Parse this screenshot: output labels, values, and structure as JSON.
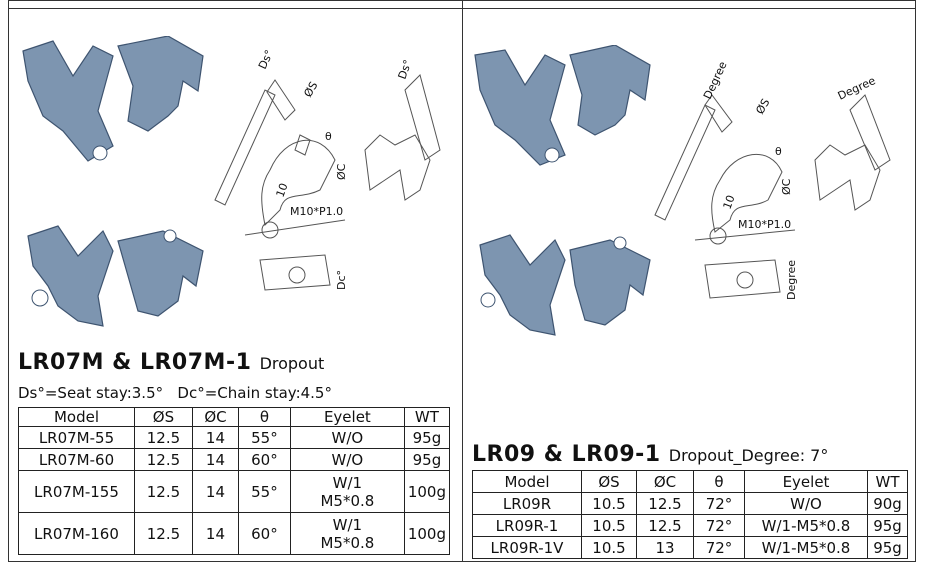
{
  "left": {
    "title": "LR07M & LR07M-1",
    "title_suffix": "Dropout",
    "note": "Ds°=Seat stay:3.5°   Dc°=Chain stay:4.5°",
    "drawing_labels": {
      "ds": "Ds°",
      "os": "ØS",
      "theta": "θ",
      "oc": "ØC",
      "ten": "10",
      "thread": "M10*P1.0",
      "dc": "Dc°"
    },
    "table": {
      "headers": [
        "Model",
        "ØS",
        "ØC",
        "θ",
        "Eyelet",
        "WT"
      ],
      "rows": [
        [
          "LR07M-55",
          "12.5",
          "14",
          "55°",
          "W/O",
          "95g"
        ],
        [
          "LR07M-60",
          "12.5",
          "14",
          "60°",
          "W/O",
          "95g"
        ],
        [
          "LR07M-155",
          "12.5",
          "14",
          "55°",
          "W/1\nM5*0.8",
          "100g"
        ],
        [
          "LR07M-160",
          "12.5",
          "14",
          "60°",
          "W/1\nM5*0.8",
          "100g"
        ]
      ]
    }
  },
  "right": {
    "title": "LR09 & LR09-1",
    "title_suffix": "Dropout_Degree: 7°",
    "drawing_labels": {
      "degree": "Degree",
      "os": "ØS",
      "theta": "θ",
      "oc": "ØC",
      "ten": "10",
      "thread": "M10*P1.0"
    },
    "table": {
      "headers": [
        "Model",
        "ØS",
        "ØC",
        "θ",
        "Eyelet",
        "WT"
      ],
      "rows": [
        [
          "LR09R",
          "10.5",
          "12.5",
          "72°",
          "W/O",
          "90g"
        ],
        [
          "LR09R-1",
          "10.5",
          "12.5",
          "72°",
          "W/1-M5*0.8",
          "95g"
        ],
        [
          "LR09R-1V",
          "10.5",
          "13",
          "72°",
          "W/1-M5*0.8",
          "95g"
        ]
      ]
    }
  },
  "colors": {
    "part": "#7d95b0",
    "part_edge": "#3e5470",
    "line": "#333333"
  }
}
